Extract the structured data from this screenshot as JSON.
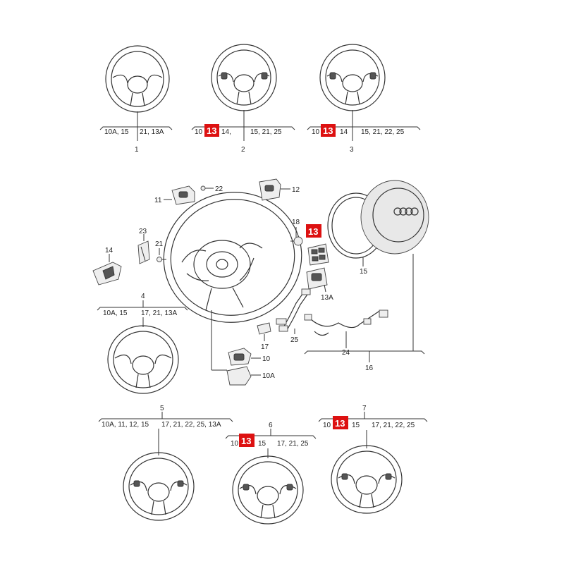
{
  "highlight_color": "#dd1111",
  "highlighted_part": "13",
  "variants": [
    {
      "id": "1",
      "label_parts": [
        "10A, 15",
        "21, 13A"
      ]
    },
    {
      "id": "2",
      "label_parts": [
        "10",
        "13",
        "14,",
        "15, 21, 25"
      ]
    },
    {
      "id": "3",
      "label_parts": [
        "10",
        "13",
        "14",
        "15, 21, 22, 25"
      ]
    },
    {
      "id": "4",
      "label_parts": [
        "10A, 15",
        "17, 21, 13A"
      ]
    },
    {
      "id": "5",
      "label_parts": [
        "10A, 11, 12, 15",
        "17, 21, 22, 25, 13A"
      ]
    },
    {
      "id": "6",
      "label_parts": [
        "10",
        "13",
        "15",
        "17, 21, 25"
      ]
    },
    {
      "id": "7",
      "label_parts": [
        "10",
        "13",
        "15",
        "17, 21, 22, 25"
      ]
    }
  ],
  "callouts": {
    "c22": "22",
    "c11": "11",
    "c12": "12",
    "c23": "23",
    "c21": "21",
    "c14": "14",
    "c18": "18",
    "c13": "13",
    "c15": "15",
    "c13A": "13A",
    "c17": "17",
    "c10": "10",
    "c10A": "10A",
    "c25": "25",
    "c24": "24",
    "c16": "16"
  }
}
